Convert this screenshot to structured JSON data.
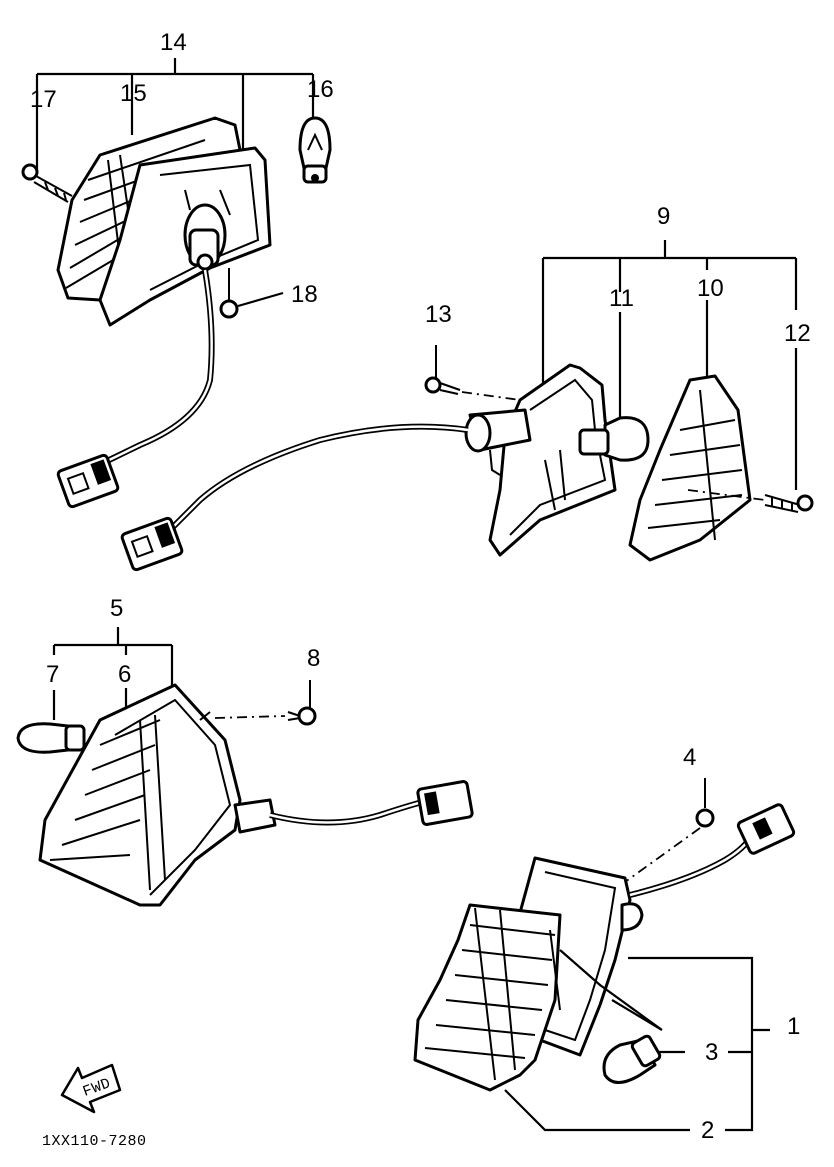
{
  "callouts": {
    "c1": "1",
    "c2": "2",
    "c3": "3",
    "c4": "4",
    "c5": "5",
    "c6": "6",
    "c7": "7",
    "c8": "8",
    "c9": "9",
    "c10": "10",
    "c11": "11",
    "c12": "12",
    "c13": "13",
    "c14": "14",
    "c15": "15",
    "c16": "16",
    "c17": "17",
    "c18": "18"
  },
  "arrow_label": "FWD",
  "drawing_code": "1XX110-7280"
}
